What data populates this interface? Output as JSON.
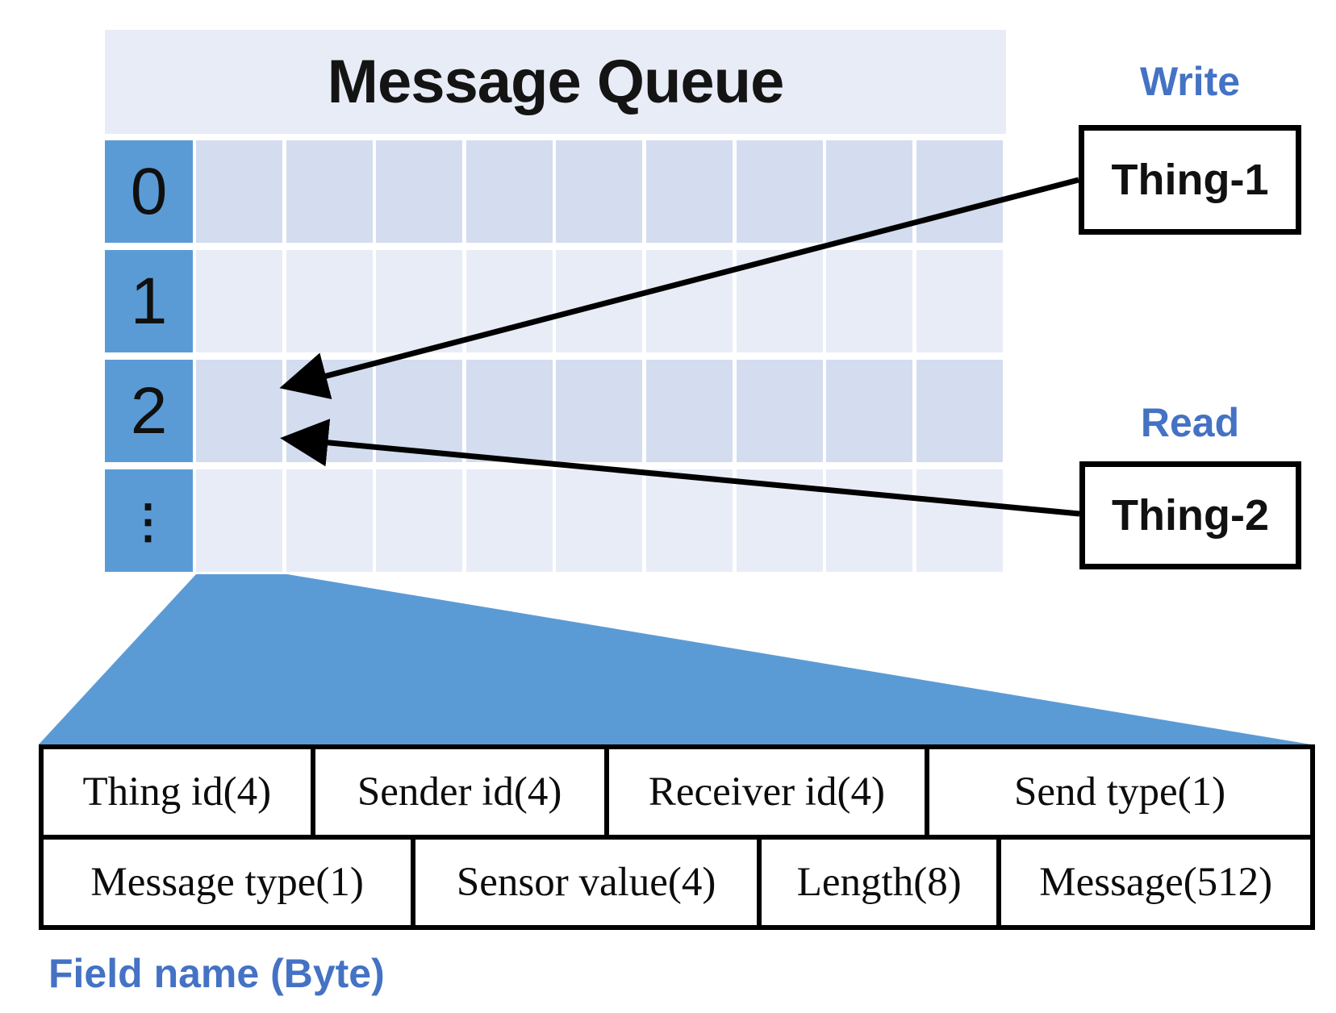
{
  "title": "Message Queue",
  "queue": {
    "row_labels": [
      "0",
      "1",
      "2",
      "⋮"
    ],
    "columns": 9,
    "colors": {
      "index_column": "#5b9bd5",
      "row_dark": "#d3ddef",
      "row_light": "#e8ecf6",
      "banner": "#e8ecf6"
    }
  },
  "write": {
    "label": "Write",
    "box": "Thing-1"
  },
  "read": {
    "label": "Read",
    "box": "Thing-2"
  },
  "fields": {
    "row1": [
      "Thing id(4)",
      "Sender id(4)",
      "Receiver id(4)",
      "Send type(1)"
    ],
    "row2": [
      "Message type(1)",
      "Sensor value(4)",
      "Length(8)",
      "Message(512)"
    ],
    "caption": "Field name (Byte)"
  },
  "colors": {
    "accent_blue": "#4472c4",
    "shape_blue": "#5b9bd5",
    "arrow_black": "#000000"
  }
}
